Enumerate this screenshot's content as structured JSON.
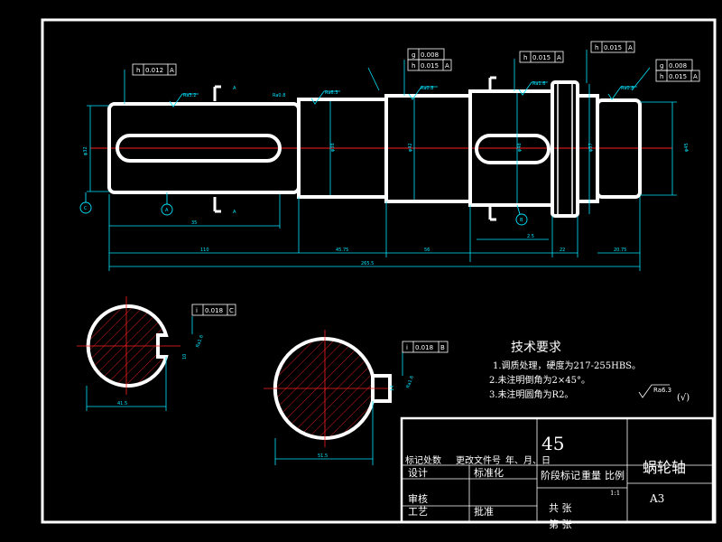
{
  "part_name": "蜗轮轴",
  "material": "45",
  "sheet_size": "A3",
  "tech_requirements": {
    "heading": "技术要求",
    "items": [
      "1.调质处理，硬度为217-255HBS。",
      "2.未注明倒角为2×45°。",
      "3.未注明圆角为R2。"
    ]
  },
  "general_roughness": "Ra6.3",
  "general_roughness_suffix": "(√)",
  "title_block": {
    "row1": "标记处数",
    "row1b": "更改文件号",
    "row1c": "年、月、日",
    "design": "设计",
    "standardize": "标准化",
    "stage_label": "阶段标记",
    "weight_label": "重量",
    "scale_label": "比例",
    "scale_value": "1:1",
    "review": "审核",
    "process": "工艺",
    "approve": "批准",
    "total_sheets": "共 张",
    "sheet_no": "第 张"
  },
  "roughness_symbols": [
    "Ra3.2",
    "Ra6.3",
    "Ra0.8",
    "Ra0.8",
    "Ra1.6",
    "Ra0.8",
    "Ra1.6",
    "Ra1.6"
  ],
  "tolerance_frames": [
    {
      "sym": "h",
      "val": "0.012",
      "ref": "A"
    },
    {
      "sym": "g",
      "val": "0.008",
      "ref": ""
    },
    {
      "sym": "h",
      "val": "0.015",
      "ref": "A"
    },
    {
      "sym": "h",
      "val": "0.015",
      "ref": "A"
    },
    {
      "sym": "h",
      "val": "0.015",
      "ref": "A"
    },
    {
      "sym": "g",
      "val": "0.008",
      "ref": ""
    },
    {
      "sym": "h",
      "val": "0.015",
      "ref": "A"
    },
    {
      "sym": "i",
      "val": "0.018",
      "ref": "C"
    },
    {
      "sym": "i",
      "val": "0.018",
      "ref": "B"
    }
  ],
  "datum_labels": [
    "C",
    "A",
    "B"
  ],
  "section_labels": [
    "A",
    "A"
  ],
  "dimensions": {
    "d1": "φ32",
    "d2": "φ38",
    "d3": "φ42",
    "d4": "φ48",
    "d5": "φ57",
    "d6": "φ45",
    "l1": "35",
    "l2": "110",
    "l3": "45.75",
    "l4": "56",
    "l5": "22",
    "l6": "20.75",
    "l7": "265.5",
    "l8": "2.5",
    "sec1_width": "41.5",
    "sec2_width": "51.5",
    "sec1_depth": "10",
    "sec2_depth": "14"
  }
}
